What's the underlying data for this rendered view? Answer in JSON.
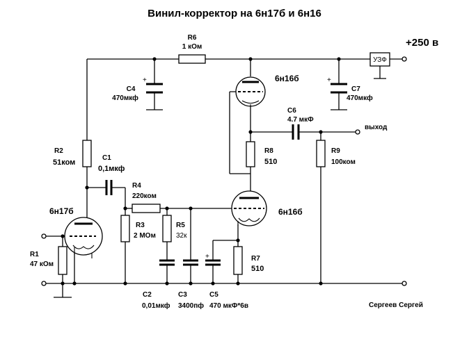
{
  "title": "Винил-корректор на 6н17б и 6н16",
  "supply": "+250 в",
  "output": "выход",
  "author": "Сергеев Сергей",
  "regulator": "УЗФ",
  "components": {
    "R6": {
      "ref": "R6",
      "value": "1 кОм"
    },
    "C4": {
      "ref": "C4",
      "value": "470мкф"
    },
    "C7": {
      "ref": "C7",
      "value": "470мкф"
    },
    "V2": {
      "ref": "6н16б"
    },
    "C6": {
      "ref": "C6",
      "value": "4.7 мкФ"
    },
    "R2": {
      "ref": "R2",
      "value": "51ком"
    },
    "C1": {
      "ref": "C1",
      "value": "0,1мкф"
    },
    "R8": {
      "ref": "R8",
      "value": "510"
    },
    "R9": {
      "ref": "R9",
      "value": "100ком"
    },
    "R4": {
      "ref": "R4",
      "value": "220ком"
    },
    "V1": {
      "ref": "6н17б"
    },
    "V3": {
      "ref": "6н16б"
    },
    "R3": {
      "ref": "R3",
      "value": "2 МОм"
    },
    "R5": {
      "ref": "R5",
      "value": "32к"
    },
    "R1": {
      "ref": "R1",
      "value": "47 кОм"
    },
    "R7": {
      "ref": "R7",
      "value": "510"
    },
    "C2": {
      "ref": "C2",
      "value": "0,01мкф"
    },
    "C3": {
      "ref": "C3",
      "value": "3400пф"
    },
    "C5": {
      "ref": "C5",
      "value": "470 мкФ*6в"
    }
  },
  "polarity_mark": "+"
}
